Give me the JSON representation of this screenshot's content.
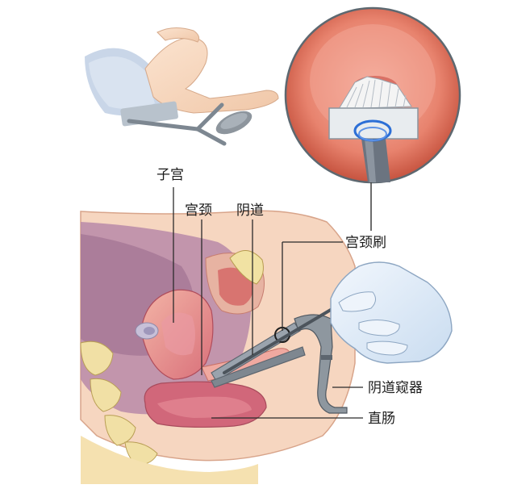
{
  "labels": {
    "uterus": "子宫",
    "cervix": "宫颈",
    "vagina": "阴道",
    "cervical_brush": "宫颈刷",
    "speculum": "阴道窥器",
    "rectum": "直肠"
  }
}
